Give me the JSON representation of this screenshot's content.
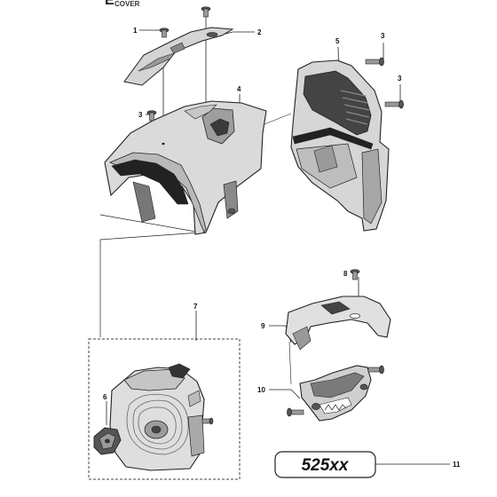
{
  "header": {
    "section_letter": "E",
    "section_title": "COVER"
  },
  "callouts": [
    {
      "id": "c1",
      "label": "1"
    },
    {
      "id": "c2",
      "label": "2"
    },
    {
      "id": "c3a",
      "label": "3"
    },
    {
      "id": "c3b",
      "label": "3"
    },
    {
      "id": "c3c",
      "label": "3"
    },
    {
      "id": "c4",
      "label": "4"
    },
    {
      "id": "c5",
      "label": "5"
    },
    {
      "id": "c6",
      "label": "6"
    },
    {
      "id": "c7",
      "label": "7"
    },
    {
      "id": "c8",
      "label": "8"
    },
    {
      "id": "c9",
      "label": "9"
    },
    {
      "id": "c10",
      "label": "10"
    },
    {
      "id": "c11",
      "label": "11"
    }
  ],
  "model_label": "525xx",
  "colors": {
    "line": "#222222",
    "part_light": "#e2e2e2",
    "part_mid": "#b9b9b9",
    "part_dark": "#6d6d6d",
    "part_black": "#333333"
  }
}
